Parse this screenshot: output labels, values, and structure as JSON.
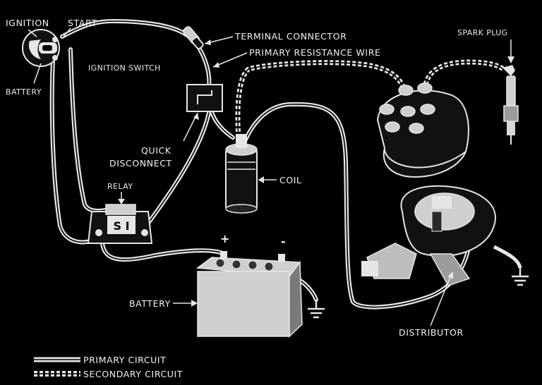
{
  "labels": {
    "ignition": "IGNITION",
    "start": "START",
    "battery_switch": "BATTERY",
    "ignition_switch": "IGNITION SWITCH",
    "terminal_connector": "TERMINAL CONNECTOR",
    "primary_resistance_wire": "PRIMARY RESISTANCE WIRE",
    "spark_plug": "SPARK PLUG",
    "quick": "QUICK",
    "disconnect": "DISCONNECT",
    "relay": "RELAY",
    "relay_face": "S I",
    "coil": "COIL",
    "plus": "+",
    "minus": "-",
    "battery": "BATTERY",
    "distributor": "DISTRIBUTOR"
  },
  "legend": {
    "primary": "PRIMARY CIRCUIT",
    "secondary": "SECONDARY CIRCUIT"
  },
  "colors": {
    "background": "#000000",
    "wire": "#e6e6e6"
  }
}
